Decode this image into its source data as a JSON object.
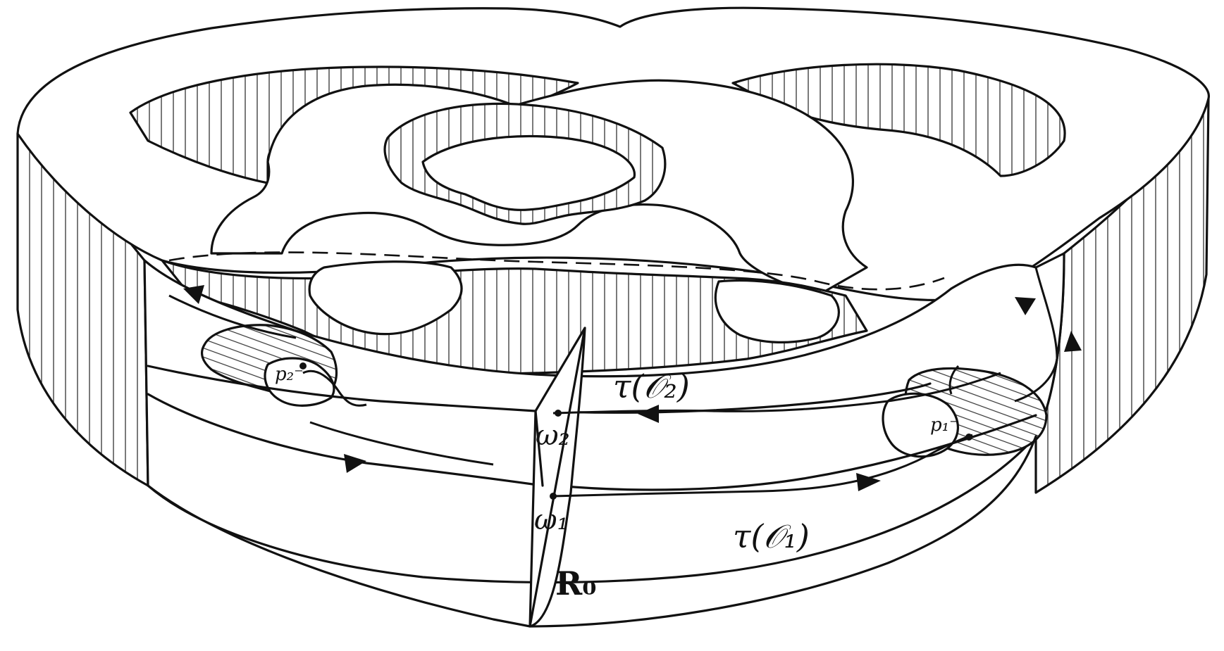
{
  "labels": {
    "tau_O2": "τ(𝒪₂)",
    "tau_O1": "τ(𝒪₁)",
    "omega2": "ω₂",
    "omega1": "ω₁",
    "R0": "R₀",
    "p2": "p₂⁻",
    "p1": "p₁⁻"
  }
}
